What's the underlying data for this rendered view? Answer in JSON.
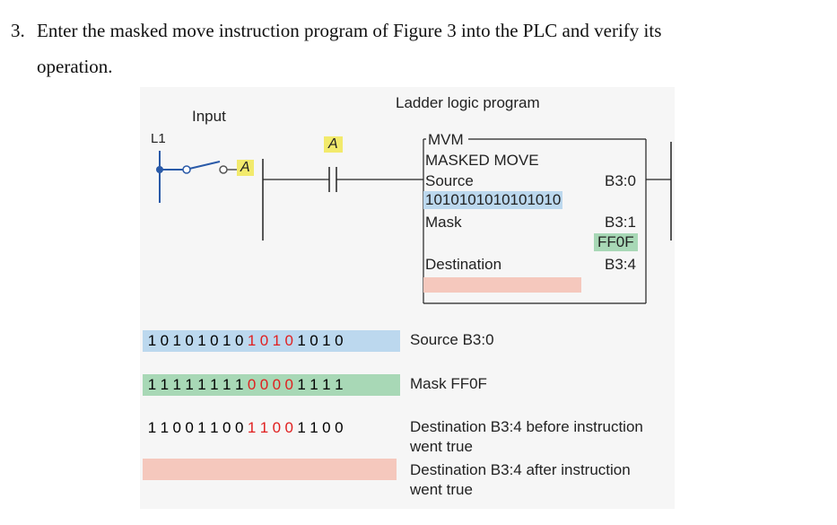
{
  "question": {
    "number": "3.",
    "line1": "Enter the masked move instruction program of Figure 3 into the PLC and verify its",
    "line2": "operation."
  },
  "ladder": {
    "title": "Ladder logic program",
    "input_label": "Input",
    "rail_label": "L1",
    "switch_tag": "A",
    "contact_tag": "A",
    "instr_name": "MVM",
    "instr_desc": "MASKED MOVE",
    "source_label": "Source",
    "source_addr": "B3:0",
    "source_value": "1010101010101010",
    "mask_label": "Mask",
    "mask_addr": "B3:1",
    "mask_value": "FF0F",
    "dest_label": "Destination",
    "dest_addr": "B3:4"
  },
  "rows": {
    "source": {
      "bits": [
        "1",
        "0",
        "1",
        "0",
        "1",
        "0",
        "1",
        "0",
        "1",
        "0",
        "1",
        "0",
        "1",
        "0",
        "1",
        "0"
      ],
      "red": [
        8,
        9,
        10,
        11
      ],
      "label": "Source B3:0"
    },
    "mask": {
      "bits": [
        "1",
        "1",
        "1",
        "1",
        "1",
        "1",
        "1",
        "1",
        "0",
        "0",
        "0",
        "0",
        "1",
        "1",
        "1",
        "1"
      ],
      "red": [
        8,
        9,
        10,
        11
      ],
      "label": "Mask FF0F"
    },
    "before": {
      "bits": [
        "1",
        "1",
        "0",
        "0",
        "1",
        "1",
        "0",
        "0",
        "1",
        "1",
        "0",
        "0",
        "1",
        "1",
        "0",
        "0"
      ],
      "red": [
        8,
        9,
        10,
        11
      ],
      "label_line1": "Destination B3:4 before instruction",
      "label_line2": "went true"
    },
    "after": {
      "label_line1": "Destination B3:4 after instruction",
      "label_line2": "went true"
    }
  },
  "colors": {
    "source_highlight": "#bcd8ee",
    "mask_highlight": "#a8d8b6",
    "dest_highlight": "#f5c8bd",
    "tag_highlight": "#f2ea6c",
    "wire": "#2a5aa8",
    "red_bits": "#e02020"
  }
}
